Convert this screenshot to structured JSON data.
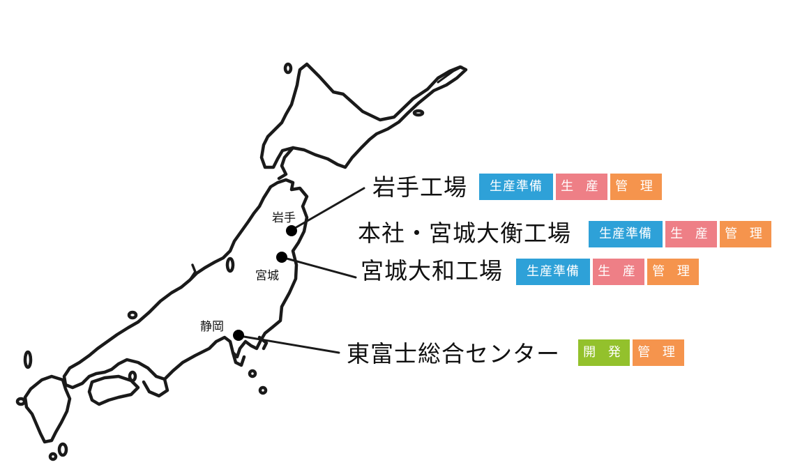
{
  "colors": {
    "prep": "#2ea1d8",
    "prod": "#ee7f86",
    "mgmt": "#f5944d",
    "dev": "#93c12c",
    "outline": "#1a1a1a"
  },
  "prefectures": {
    "iwate": "岩手",
    "miyagi": "宮城",
    "shizuoka": "静岡"
  },
  "sites": {
    "iwate": {
      "name": "岩手工場",
      "tags": [
        "生産準備",
        "生 産",
        "管 理"
      ]
    },
    "hq": {
      "name": "本社・宮城大衡工場",
      "tags": [
        "生産準備",
        "生 産",
        "管 理"
      ]
    },
    "miyagi_owa": {
      "name": "宮城大和工場",
      "tags": [
        "生産準備",
        "生 産",
        "管 理"
      ]
    },
    "higashi_fuji": {
      "name": "東富士総合センター",
      "tags": [
        "開 発",
        "管 理"
      ]
    }
  }
}
